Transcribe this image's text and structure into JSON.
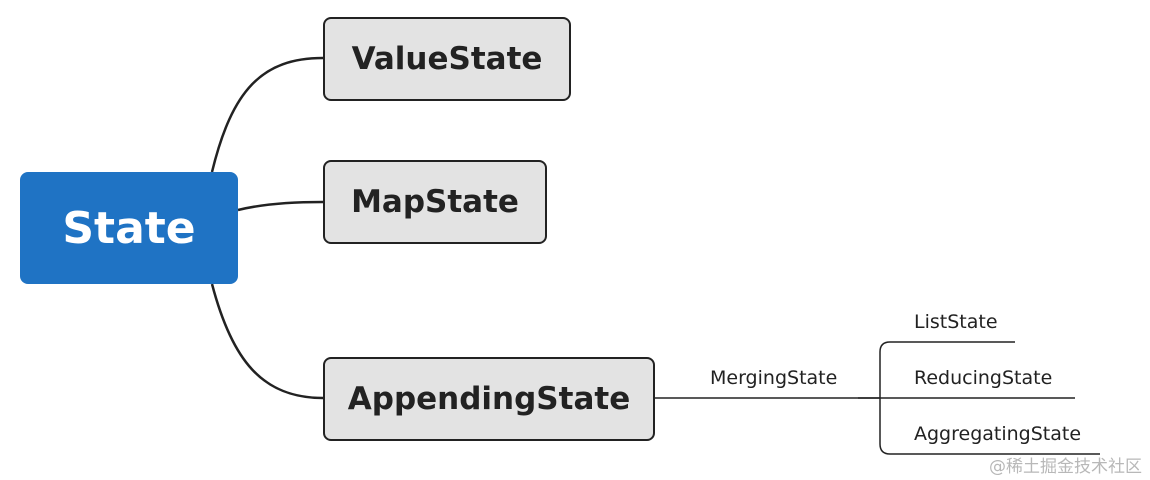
{
  "diagram": {
    "root": {
      "label": "State",
      "fill": "#1f73c4",
      "text_color": "#ffffff"
    },
    "children": [
      {
        "label": "ValueState"
      },
      {
        "label": "MapState"
      },
      {
        "label": "AppendingState"
      }
    ],
    "appending_branch": {
      "label": "MergingState",
      "sub_items": [
        "ListState",
        "ReducingState",
        "AggregatingState"
      ]
    },
    "node_fill": "#e3e3e3",
    "line_color": "#222222"
  },
  "watermark": {
    "text": "@稀土掘金技术社区"
  }
}
